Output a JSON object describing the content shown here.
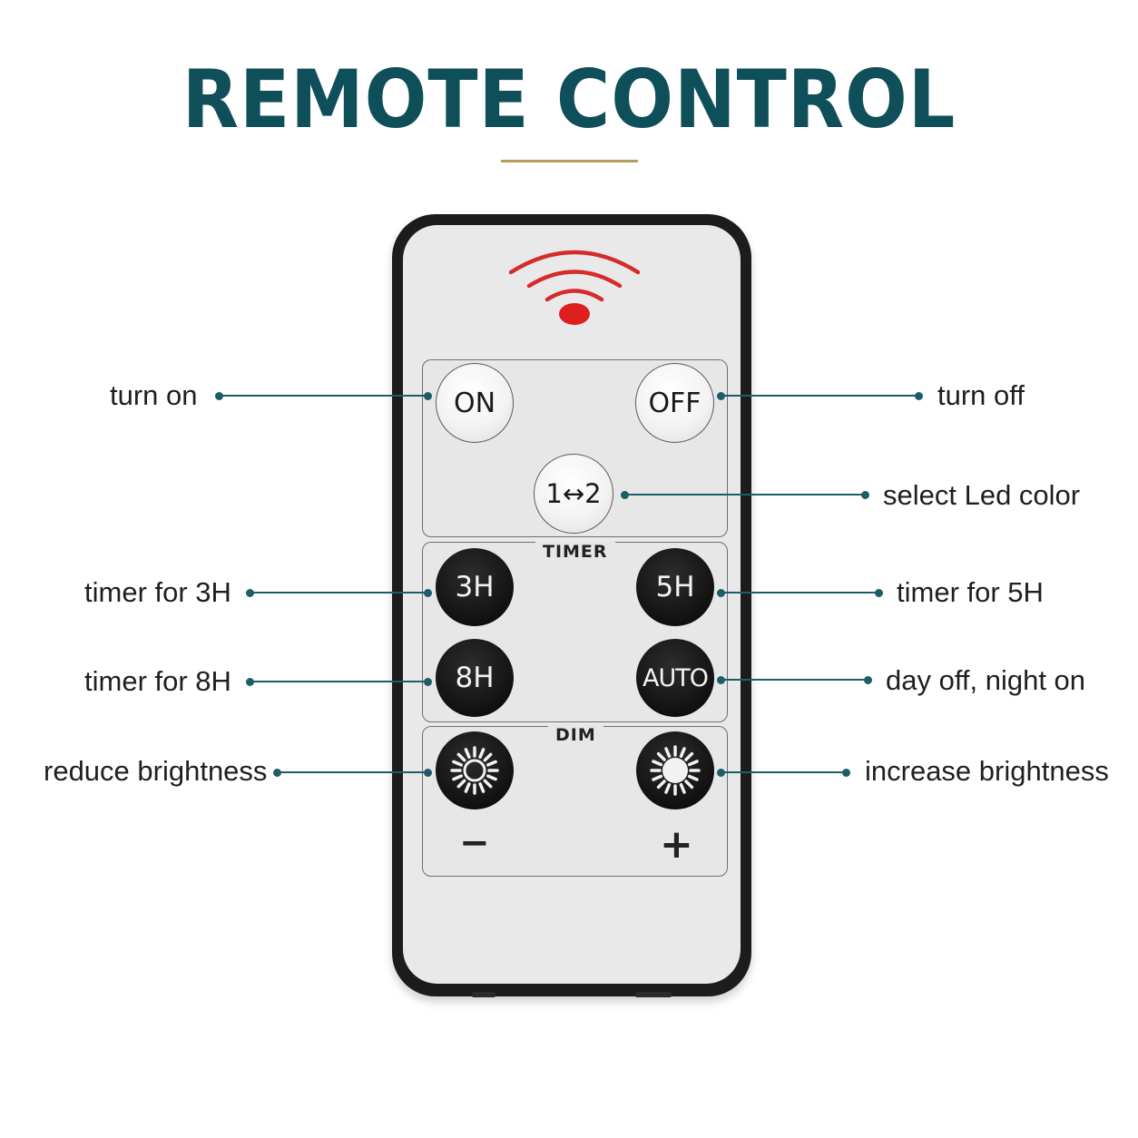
{
  "title": "REMOTE CONTROL",
  "colors": {
    "title": "#0f4f5a",
    "rule": "#b89a5a",
    "leader": "#1d5d67",
    "signal": "#d62b2b",
    "remote_body": "#1c1c1c",
    "remote_face": "#e9e9ea"
  },
  "signal_icon": "infrared-signal-icon",
  "sections": {
    "timer_label": "TIMER",
    "dim_label": "DIM"
  },
  "buttons": {
    "on": "ON",
    "off": "OFF",
    "color": "1↔2",
    "h3": "3H",
    "h5": "5H",
    "h8": "8H",
    "auto": "AUTO",
    "dim_down_icon": "sun-icon",
    "dim_up_icon": "sun-icon",
    "minus": "−",
    "plus": "+"
  },
  "callouts": {
    "turn_on": "turn on",
    "turn_off": "turn off",
    "select_color": "select Led color",
    "timer_3h": "timer for 3H",
    "timer_5h": "timer for 5H",
    "timer_8h": "timer for 8H",
    "day_off": "day off, night on",
    "reduce": "reduce brightness",
    "increase": "increase brightness"
  }
}
